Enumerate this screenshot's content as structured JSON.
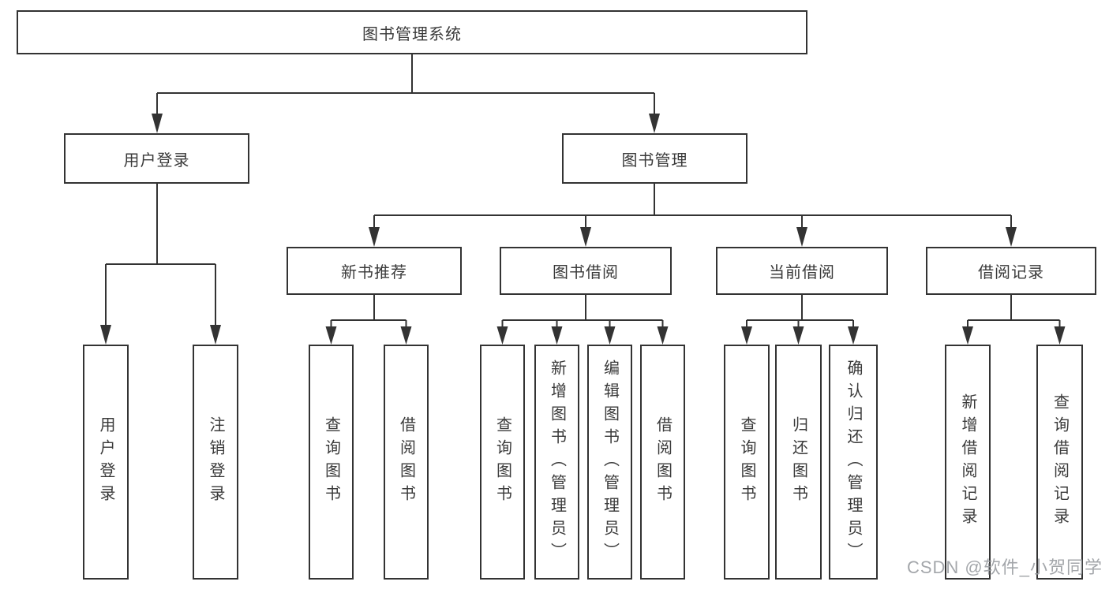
{
  "tree": {
    "label": "图书管理系统",
    "children": [
      {
        "label": "用户登录",
        "children": [
          {
            "label": "用户登录"
          },
          {
            "label": "注销登录"
          }
        ]
      },
      {
        "label": "图书管理",
        "children": [
          {
            "label": "新书推荐",
            "children": [
              {
                "label": "查询图书"
              },
              {
                "label": "借阅图书"
              }
            ]
          },
          {
            "label": "图书借阅",
            "children": [
              {
                "label": "查询图书"
              },
              {
                "label": "新增图书（管理员）"
              },
              {
                "label": "编辑图书（管理员）"
              },
              {
                "label": "借阅图书"
              }
            ]
          },
          {
            "label": "当前借阅",
            "children": [
              {
                "label": "查询图书"
              },
              {
                "label": "归还图书"
              },
              {
                "label": "确认归还（管理员）"
              }
            ]
          },
          {
            "label": "借阅记录",
            "children": [
              {
                "label": "新增借阅记录"
              },
              {
                "label": "查询借阅记录"
              }
            ]
          }
        ]
      }
    ]
  },
  "watermark": {
    "text": "CSDN @软件_小贺同学"
  },
  "colors": {
    "line": "#333333",
    "box_border": "#333333",
    "box_background": "#ffffff",
    "text": "#3a3a3a",
    "watermark": "#969a9e",
    "page_background": "#ffffff"
  }
}
